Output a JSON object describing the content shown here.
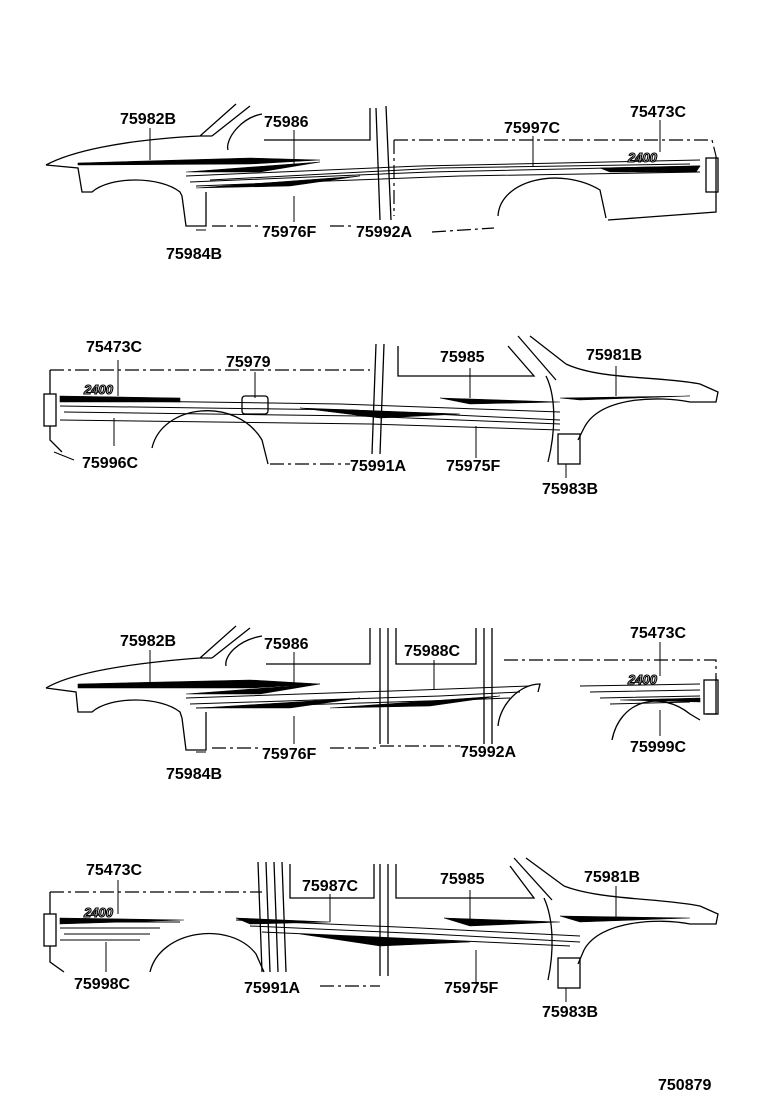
{
  "diagram_id": "750879",
  "views": [
    {
      "labels": {
        "a": "75982B",
        "b": "75986",
        "c": "75997C",
        "d": "75473C",
        "e": "75976F",
        "f": "75992A",
        "g": "75984B"
      },
      "badge": "2400"
    },
    {
      "labels": {
        "a": "75473C",
        "b": "75979",
        "c": "75985",
        "d": "75981B",
        "e": "75996C",
        "f": "75991A",
        "g": "75975F",
        "h": "75983B"
      },
      "badge": "2400"
    },
    {
      "labels": {
        "a": "75982B",
        "b": "75986",
        "c": "75988C",
        "d": "75473C",
        "e": "75976F",
        "f": "75992A",
        "g": "75999C",
        "h": "75984B"
      },
      "badge": "2400"
    },
    {
      "labels": {
        "a": "75473C",
        "b": "75987C",
        "c": "75985",
        "d": "75981B",
        "e": "75998C",
        "f": "75991A",
        "g": "75975F",
        "h": "75983B"
      },
      "badge": "2400"
    }
  ]
}
